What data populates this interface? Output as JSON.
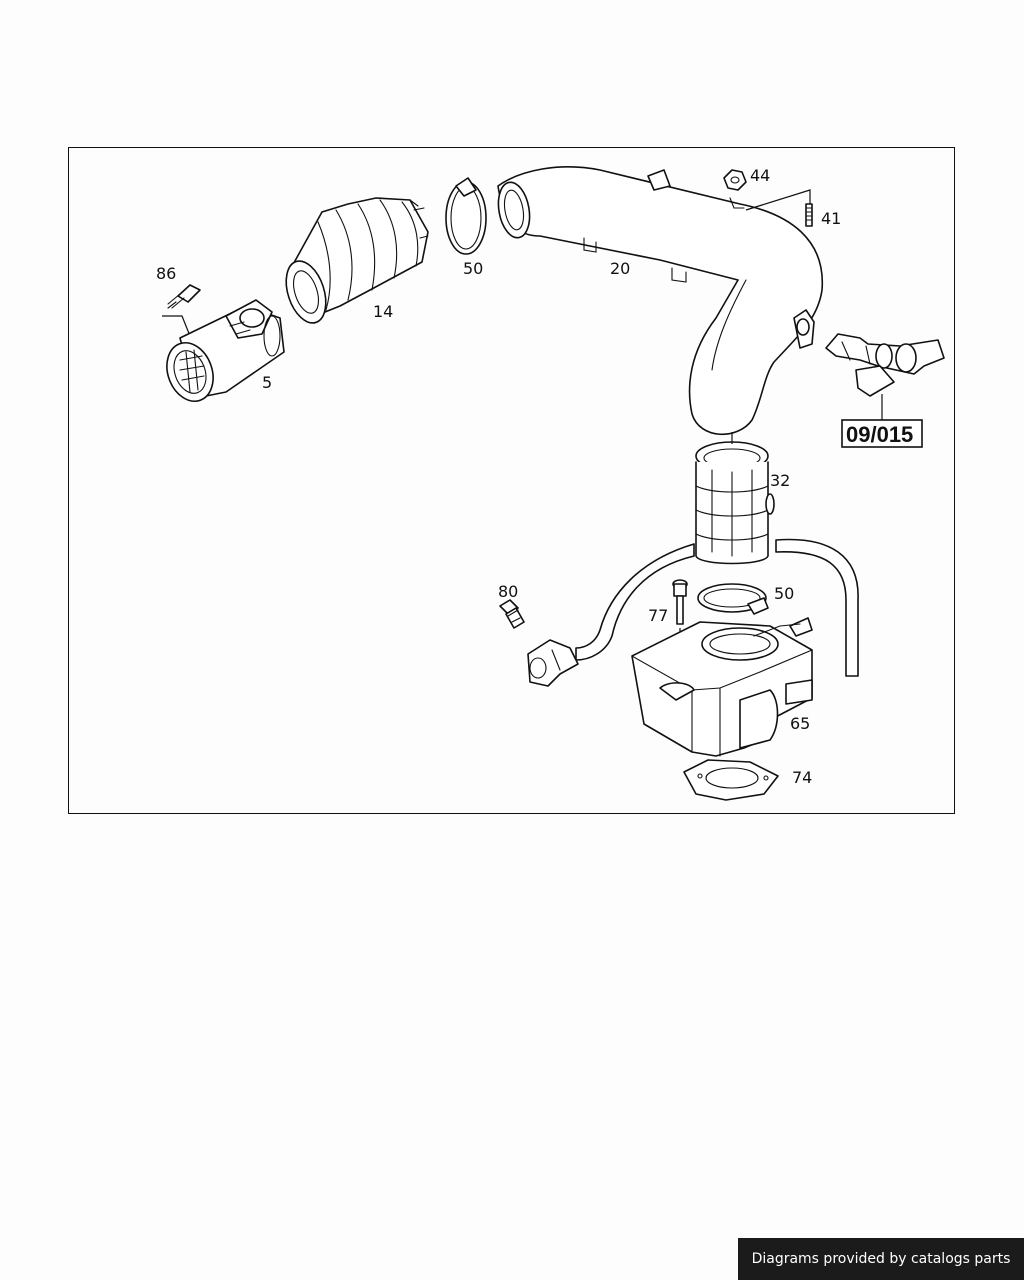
{
  "diagram": {
    "callouts": {
      "p86": "86",
      "p5": "5",
      "p14": "14",
      "p50a": "50",
      "p20": "20",
      "p44": "44",
      "p41": "41",
      "p32": "32",
      "p50b": "50",
      "p80": "80",
      "p77": "77",
      "p65": "65",
      "p74": "74"
    },
    "reference_box": "09/015"
  },
  "footer": {
    "credit": "Diagrams provided by catalogs parts"
  }
}
